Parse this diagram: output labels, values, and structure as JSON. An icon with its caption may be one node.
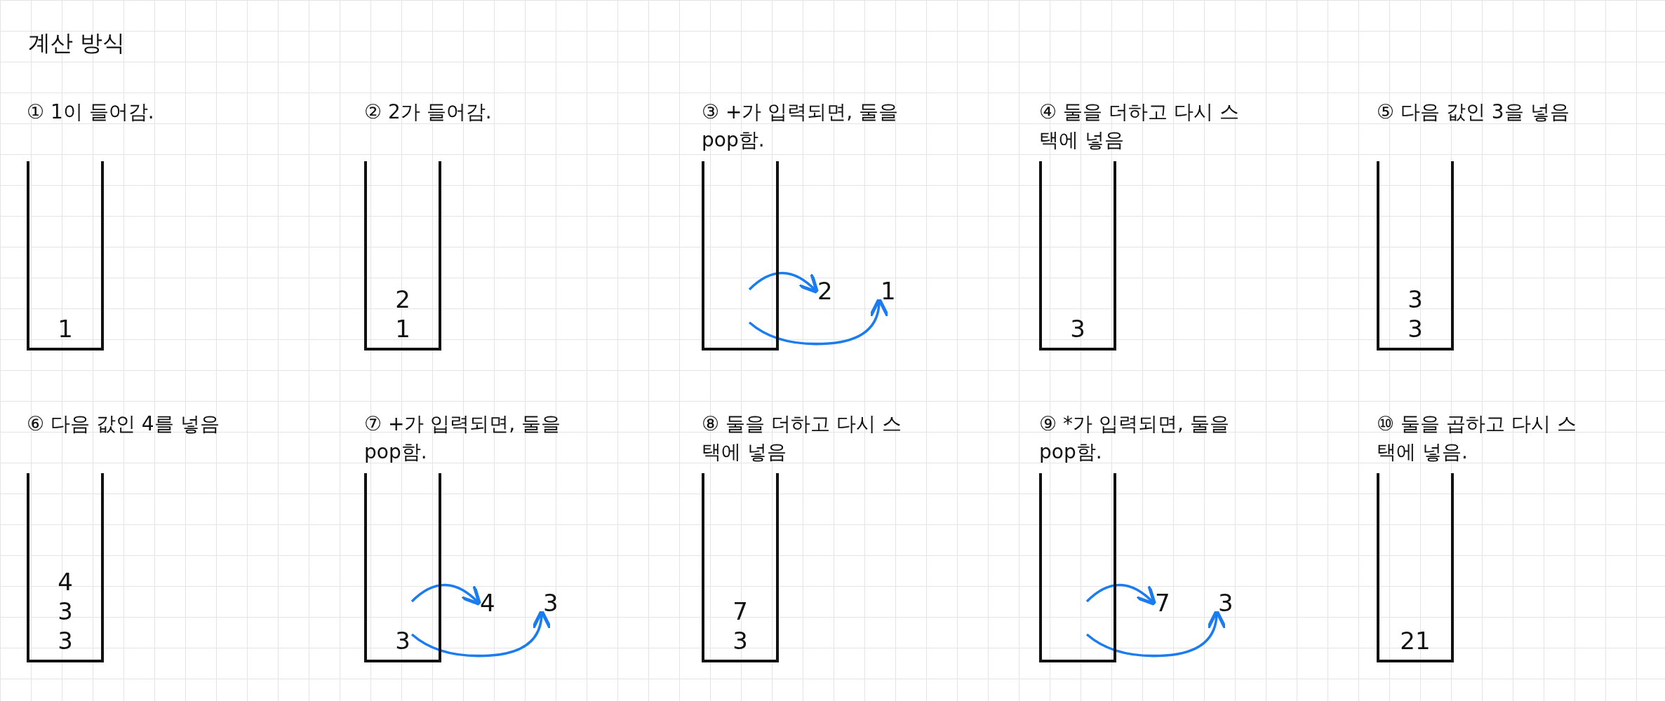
{
  "diagram": {
    "title": "계산 방식",
    "nodes": [
      {
        "text": [
          "1"
        ],
        "beside": [
          "① 1이 들어감."
        ]
      },
      {
        "text": [
          "2",
          "1"
        ],
        "beside": [
          "② 2가 들어감."
        ]
      },
      {
        "text": [],
        "shape": "box",
        "beside": [
          "③ +가 입력되면, 둘을 pop함."
        ]
      },
      {
        "text": [
          "2"
        ]
      },
      {
        "text": [
          "1"
        ]
      },
      {
        "text": [
          "3"
        ],
        "beside": [
          "④ 둘을 더하고 다시 스택에 넣음"
        ]
      },
      {
        "text": [
          "3",
          "3"
        ],
        "beside": [
          "⑤ 다음 값인 3을 넣음"
        ]
      },
      {
        "text": [
          "4",
          "3",
          "3"
        ],
        "beside": [
          "⑥ 다음 값인 4를 넣음"
        ]
      },
      {
        "text": [
          "3"
        ],
        "beside": [
          "⑦ +가 입력되면, 둘을 pop함."
        ]
      },
      {
        "text": [
          "4"
        ]
      },
      {
        "text": [
          "3"
        ]
      },
      {
        "text": [
          "7",
          "3"
        ],
        "beside": [
          "⑧ 둘을 더하고 다시 스택에 넣음"
        ]
      },
      {
        "text": [],
        "shape": "box",
        "beside": [
          "⑨ *가 입력되면, 둘을 pop함."
        ]
      },
      {
        "text": [
          "7"
        ]
      },
      {
        "text": [
          "3"
        ]
      },
      {
        "text": [
          "21"
        ],
        "beside": [
          "⑩ 둘을 곱하고 다시 스택에 넣음."
        ]
      }
    ],
    "edges": [
      {
        "from": 2,
        "to": 3,
        "arrow": "to"
      },
      {
        "from": 2,
        "to": 4,
        "arrow": "to"
      },
      {
        "from": 8,
        "to": 9,
        "arrow": "to"
      },
      {
        "from": 8,
        "to": 10,
        "arrow": "to"
      },
      {
        "from": 12,
        "to": 13,
        "arrow": "to"
      },
      {
        "from": 12,
        "to": 14,
        "arrow": "to"
      }
    ]
  }
}
